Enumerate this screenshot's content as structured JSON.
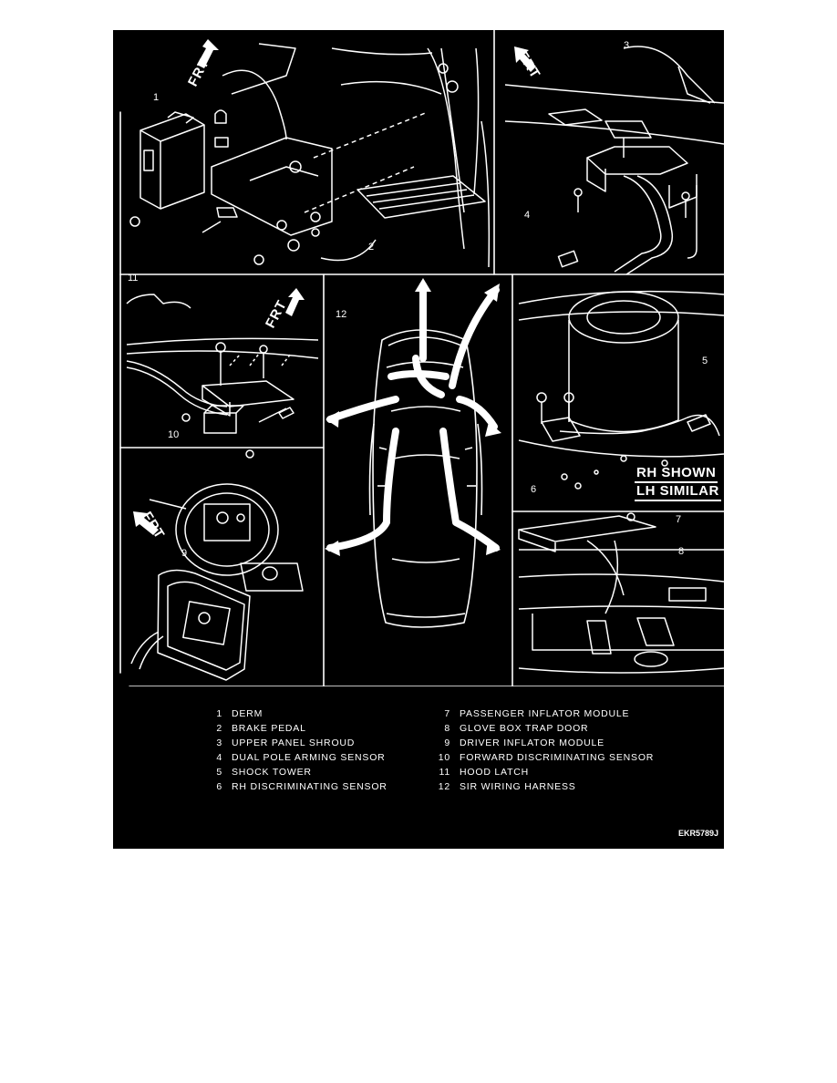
{
  "figure": {
    "frt_label": "FRT",
    "callouts": {
      "derm": "1",
      "brake_pedal": "2",
      "upper_panel_shroud": "3",
      "arming_sensor": "4",
      "shock_tower": "5",
      "rh_sensor": "6",
      "passenger_inflator": "7",
      "glove_box_door": "8",
      "driver_inflator": "9",
      "forward_sensor": "10",
      "hood_latch": "11",
      "wiring_harness": "12"
    },
    "rh_shown": "RH SHOWN",
    "lh_similar": "LH SIMILAR",
    "figure_code": "EKR5789J",
    "colors": {
      "background": "#000000",
      "line": "#ffffff"
    }
  },
  "legend": {
    "left": [
      {
        "num": "1",
        "label": "DERM"
      },
      {
        "num": "2",
        "label": "BRAKE PEDAL"
      },
      {
        "num": "3",
        "label": "UPPER PANEL SHROUD"
      },
      {
        "num": "4",
        "label": "DUAL POLE ARMING SENSOR"
      },
      {
        "num": "5",
        "label": "SHOCK TOWER"
      },
      {
        "num": "6",
        "label": "RH DISCRIMINATING SENSOR"
      }
    ],
    "right": [
      {
        "num": "7",
        "label": "PASSENGER INFLATOR MODULE"
      },
      {
        "num": "8",
        "label": "GLOVE BOX TRAP DOOR"
      },
      {
        "num": "9",
        "label": "DRIVER INFLATOR MODULE"
      },
      {
        "num": "10",
        "label": "FORWARD DISCRIMINATING SENSOR"
      },
      {
        "num": "11",
        "label": "HOOD LATCH"
      },
      {
        "num": "12",
        "label": "SIR WIRING HARNESS"
      }
    ]
  }
}
